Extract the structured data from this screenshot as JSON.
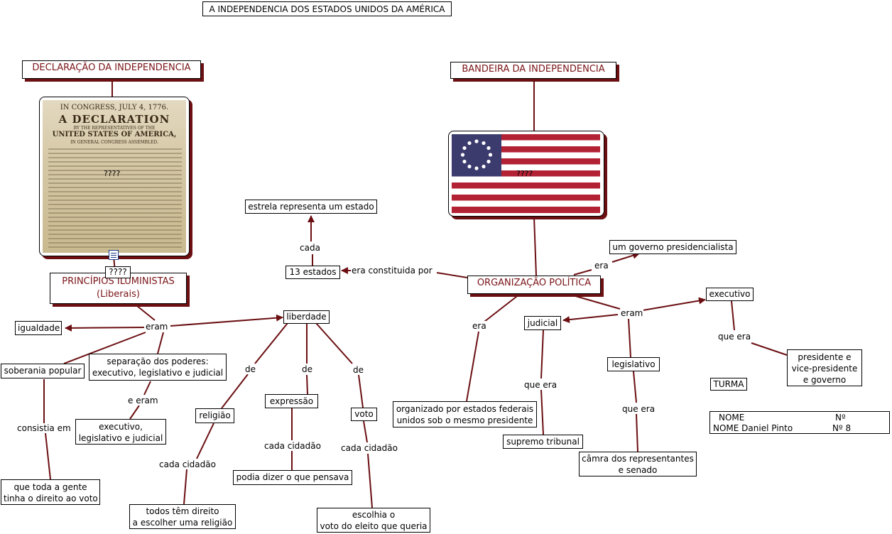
{
  "title": "A INDEPENDENCIA DOS ESTADOS UNIDOS DA AMÉRICA",
  "colors": {
    "accent": "#7a1418",
    "line": "#6b0f12"
  },
  "icons": [
    "declaration-document-image",
    "us-flag-image",
    "note-icon"
  ],
  "headers": {
    "declaracao": "DECLARAÇÃO DA INDEPENDENCIA",
    "bandeira": "BANDEIRA DA INDEPENDENCIA",
    "principios_line1": "PRINCÍPIOS ILUMINISTAS",
    "principios_line2": "(Liberais)",
    "organizacao": "ORGANIZAÇÃO POLÍTICA"
  },
  "images": {
    "declaration_q": "????",
    "flag_q": "????",
    "note_q": "????",
    "doc_line1": "IN CONGRESS, JULY 4, 1776.",
    "doc_line2": "A DECLARATION",
    "doc_line3": "BY THE REPRESENTATIVES OF THE",
    "doc_line4": "UNITED STATES OF AMERICA,",
    "doc_line5": "IN GENERAL CONGRESS ASSEMBLED."
  },
  "nodes": {
    "estrela": "estrela representa um estado",
    "estados13": "13 estados",
    "governo": "um governo presidencialista",
    "igualdade": "igualdade",
    "liberdade": "liberdade",
    "soberania": "soberania popular",
    "separacao_1": "separação dos poderes:",
    "separacao_2": "executivo, legislativo e judicial",
    "exec_leg_1": "executivo,",
    "exec_leg_2": "legislativo e judicial",
    "toda_gente_1": "que toda a gente",
    "toda_gente_2": "tinha o direito ao voto",
    "religiao": "religião",
    "expressao": "expressão",
    "voto": "voto",
    "podia": "podia dizer o que pensava",
    "todos_1": "todos têm direito",
    "todos_2": "a escolher uma religião",
    "escolhia_1": "escolhia o",
    "escolhia_2": "voto do eleito que queria",
    "organizado_1": "organizado por estados federais",
    "organizado_2": "unidos sob o mesmo presidente",
    "judicial": "judicial",
    "supremo": "supremo tribunal",
    "executivo": "executivo",
    "legislativo": "legislativo",
    "camara_1": "câmra dos representantes",
    "camara_2": "e senado",
    "presidente_1": "presidente e",
    "presidente_2": "vice-presidente",
    "presidente_3": "e governo",
    "turma": "TURMA",
    "nome_1": "NOME",
    "nome_num_1": "Nº",
    "nome_2": "NOME Daniel Pinto",
    "nome_num_2": "Nº 8"
  },
  "links": {
    "cada": "cada",
    "era_constituida": "era constituida  por",
    "era_gov": "era",
    "eram_princ": "eram",
    "e_eram": "e eram",
    "consistia": "consistia em",
    "de_rel": "de",
    "de_exp": "de",
    "de_voto": "de",
    "cada_cidadao_rel": "cada cidadão",
    "cada_cidadao_exp": "cada cidadão",
    "cada_cidadao_voto": "cada cidadão",
    "era_org": "era",
    "eram_org": "eram",
    "que_era_jud": "que era",
    "que_era_leg": "que era",
    "que_era_exec": "que era"
  }
}
